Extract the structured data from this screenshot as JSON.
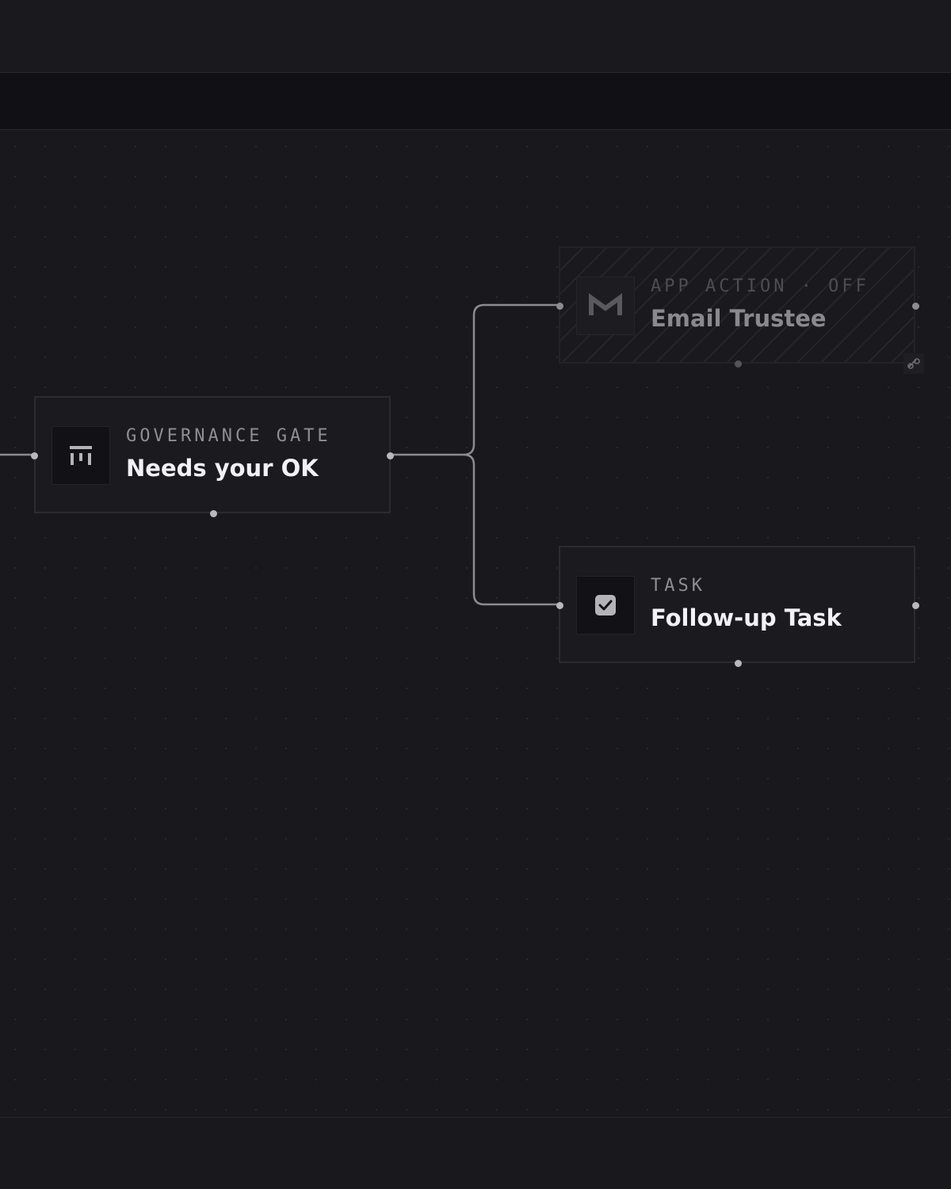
{
  "nodes": {
    "gate": {
      "kind": "GOVERNANCE GATE",
      "title": "Needs your OK",
      "icon": "gate-icon"
    },
    "email": {
      "kind": "APP ACTION · OFF",
      "title": "Email Trustee",
      "icon": "gmail-icon",
      "state": "off"
    },
    "task": {
      "kind": "TASK",
      "title": "Follow-up Task",
      "icon": "checkbox-icon"
    }
  },
  "colors": {
    "background": "#19181c",
    "edge": "#8c8b90",
    "text": "#f2f2f4",
    "muted": "#8f8e93"
  }
}
